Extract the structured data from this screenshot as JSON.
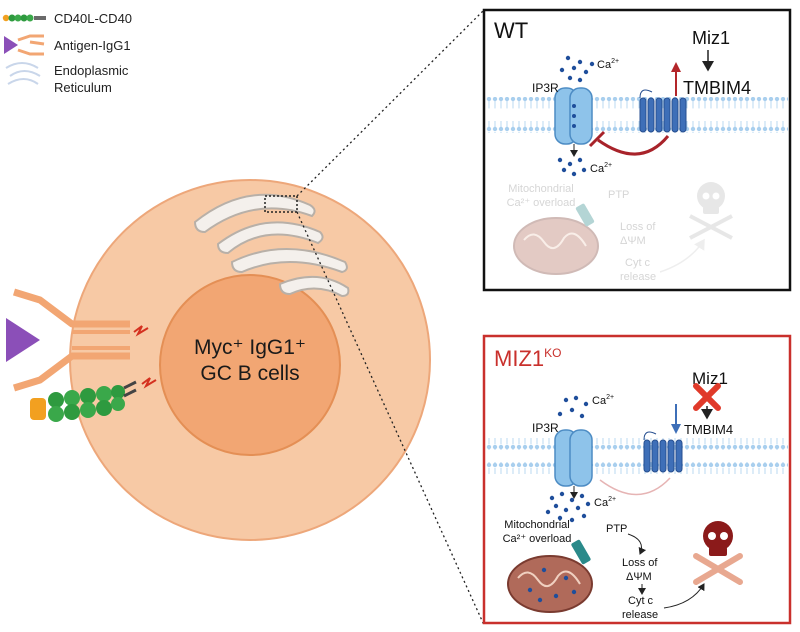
{
  "legend": {
    "items": [
      {
        "label": "CD40L-CD40"
      },
      {
        "label": "Antigen-IgG1"
      },
      {
        "label": "Endoplasmic"
      },
      {
        "label": "Reticulum"
      }
    ]
  },
  "cell": {
    "line1": "Myc⁺ IgG1⁺",
    "line2": "GC B cells"
  },
  "wt_panel": {
    "title": "WT",
    "miz1": "Miz1",
    "tmbim4": "TMBIM4",
    "ca_top": "Ca",
    "ca_sup": "2+",
    "ip3r": "IP3R",
    "ca_bottom": "Ca",
    "mito1": "Mitochondrial",
    "mito2": "Ca²⁺ overload",
    "ptp": "PTP",
    "loss1": "Loss of",
    "loss2": "ΔΨM",
    "cyt1": "Cyt c",
    "cyt2": "release"
  },
  "ko_panel": {
    "title": "MIZ1",
    "title_sup": "KO",
    "miz1": "Miz1",
    "tmbim4": "TMBIM4",
    "ca_top": "Ca",
    "ca_sup": "2+",
    "ip3r": "IP3R",
    "ca_bottom": "Ca",
    "mito1": "Mitochondrial",
    "mito2": "Ca²⁺ overload",
    "ptp": "PTP",
    "loss1": "Loss of",
    "loss2": "ΔΨM",
    "cyt1": "Cyt c",
    "cyt2": "release"
  },
  "colors": {
    "cell_outer": "#f7c9a5",
    "cell_inner": "#f2a673",
    "ko_border": "#c9302c",
    "membrane": "#a9cfee",
    "channel": "#8ec3ea",
    "tmbim4": "#3e6fb8",
    "dots": "#1f4e9b",
    "inhibit": "#a8232a",
    "skull_dark": "#8b1a1a",
    "skull_light": "#e6e6e6"
  }
}
